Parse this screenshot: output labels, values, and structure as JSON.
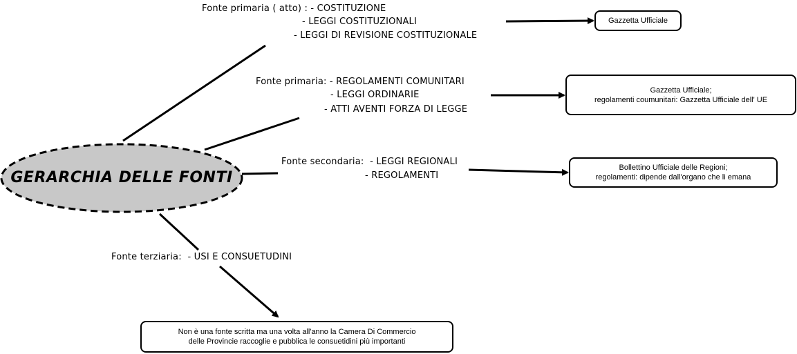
{
  "diagram": {
    "root": {
      "label": "GERARCHIA DELLE FONTI",
      "fill": "#c8c8c8"
    },
    "branches": [
      {
        "lines": [
          "Fonte primaria ( atto) : - COSTITUZIONE",
          "- LEGGI COSTITUZIONALI",
          "- LEGGI DI REVISIONE COSTITUZIONALE"
        ],
        "box": [
          "Gazzetta Ufficiale"
        ]
      },
      {
        "lines": [
          "Fonte primaria: - REGOLAMENTI COMUNITARI",
          "- LEGGI ORDINARIE",
          "- ATTI AVENTI FORZA DI LEGGE"
        ],
        "box": [
          "Gazzetta Ufficiale;",
          "regolamenti coumunitari: Gazzetta Ufficiale dell' UE"
        ]
      },
      {
        "lines": [
          "Fonte secondaria:  - LEGGI REGIONALI",
          "- REGOLAMENTI"
        ],
        "box": [
          "Bollettino Ufficiale delle Regioni;",
          "regolamenti: dipende dall'organo che li emana"
        ]
      },
      {
        "lines": [
          "Fonte terziaria:  - USI E CONSUETUDINI"
        ],
        "box": [
          "Non è una fonte scritta ma una volta all'anno la Camera Di Commercio",
          "delle Provincie raccoglie e pubblica le consuetidini più importanti"
        ]
      }
    ]
  }
}
